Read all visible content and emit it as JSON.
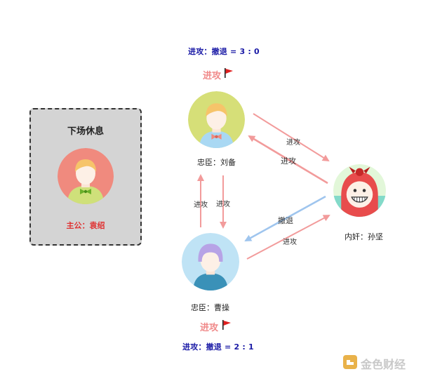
{
  "bench": {
    "title": "下场休息",
    "lord": "主公：袁绍"
  },
  "top": {
    "score": "进攻：撤退 = 3 : 0",
    "attack": "进攻",
    "name": "忠臣：刘备"
  },
  "bottom": {
    "score": "进攻：撤退 = 2 : 1",
    "attack": "进攻",
    "name": "忠臣：曹操"
  },
  "right": {
    "name": "内奸：孙坚"
  },
  "edges": {
    "top_to_right": "进攻",
    "right_to_top": "进攻",
    "bottom_to_top": "进攻",
    "top_to_bottom": "进攻",
    "right_to_bottom": "撤退",
    "bottom_to_right": "进攻"
  },
  "watermark": {
    "text": "金色财经"
  },
  "colors": {
    "attack": "#f29b9b",
    "retreat": "#9fc5ee",
    "lord_text": "#e03131",
    "score_text": "#1a1aa6"
  }
}
